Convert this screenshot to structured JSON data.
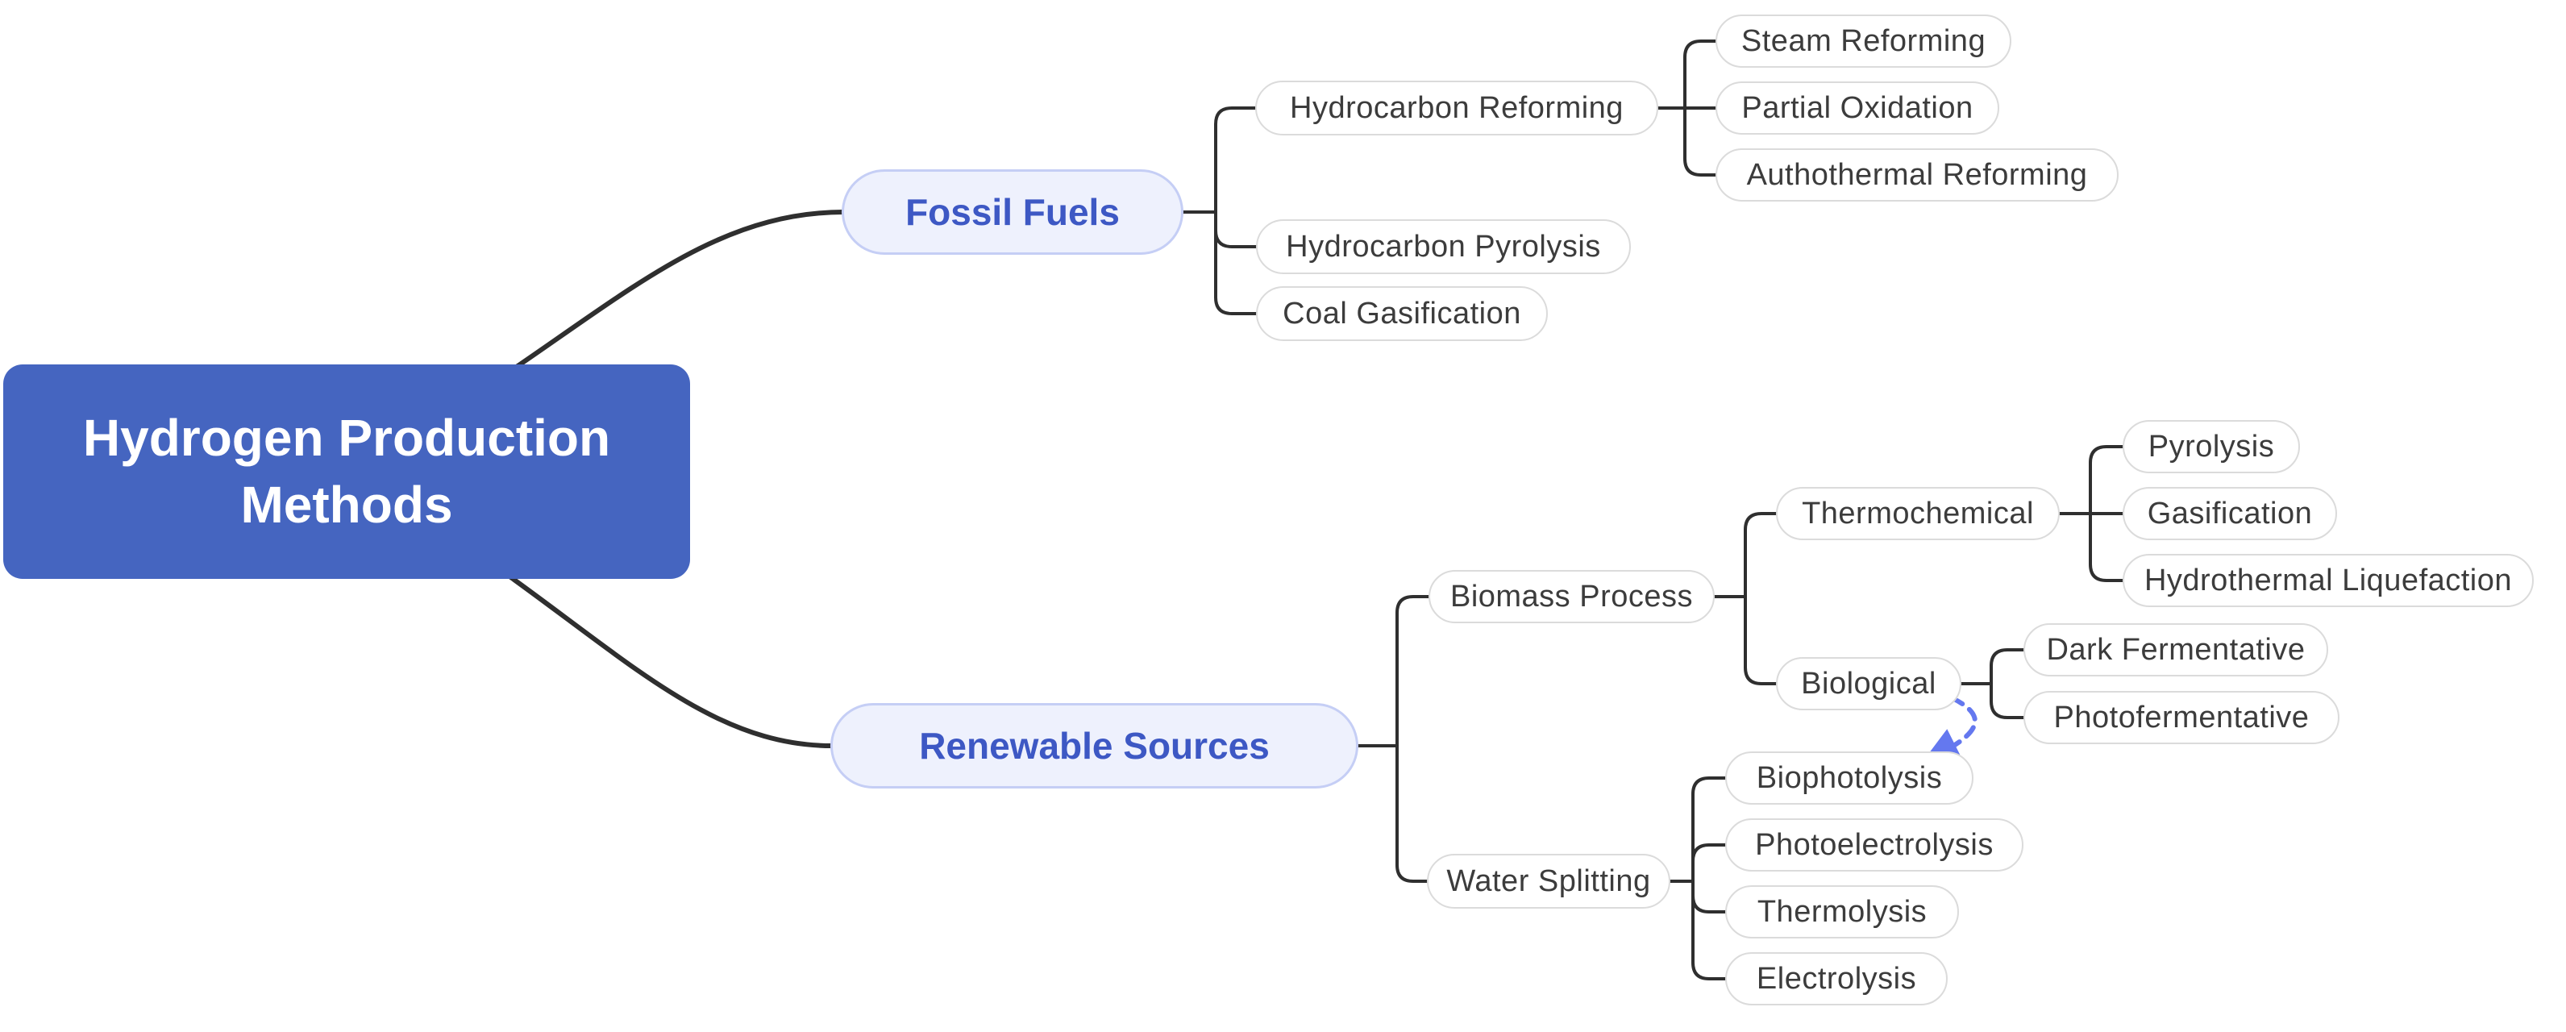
{
  "diagram_title": "Hydrogen Production Methods",
  "tree": {
    "label": "Hydrogen Production Methods",
    "children": [
      {
        "label": "Fossil Fuels",
        "children": [
          {
            "label": "Hydrocarbon Reforming",
            "children": [
              {
                "label": "Steam Reforming"
              },
              {
                "label": "Partial Oxidation"
              },
              {
                "label": "Authothermal Reforming"
              }
            ]
          },
          {
            "label": "Hydrocarbon Pyrolysis"
          },
          {
            "label": "Coal Gasification"
          }
        ]
      },
      {
        "label": "Renewable Sources",
        "children": [
          {
            "label": "Biomass Process",
            "children": [
              {
                "label": "Thermochemical",
                "children": [
                  {
                    "label": "Pyrolysis"
                  },
                  {
                    "label": "Gasification"
                  },
                  {
                    "label": "Hydrothermal Liquefaction"
                  }
                ]
              },
              {
                "label": "Biological",
                "children": [
                  {
                    "label": "Dark Fermentative"
                  },
                  {
                    "label": "Photofermentative"
                  }
                ]
              }
            ]
          },
          {
            "label": "Water Splitting",
            "children": [
              {
                "label": "Biophotolysis"
              },
              {
                "label": "Photoelectrolysis"
              },
              {
                "label": "Thermolysis"
              },
              {
                "label": "Electrolysis"
              }
            ]
          }
        ]
      }
    ]
  },
  "cross_link": {
    "from": "Biological",
    "to": "Biophotolysis",
    "style": "dashed-arrow"
  },
  "colors": {
    "root_fill": "#4565C0",
    "root_text": "#FFFFFF",
    "branch_fill": "#EEF1FD",
    "branch_border": "#C5CEF5",
    "branch_text": "#3D58C4",
    "leaf_fill": "#FFFFFF",
    "leaf_border": "#DBDBDB",
    "leaf_text": "#3C3C3C",
    "connector": "#2F2F2F",
    "cross_link_arrow": "#6478EF"
  }
}
